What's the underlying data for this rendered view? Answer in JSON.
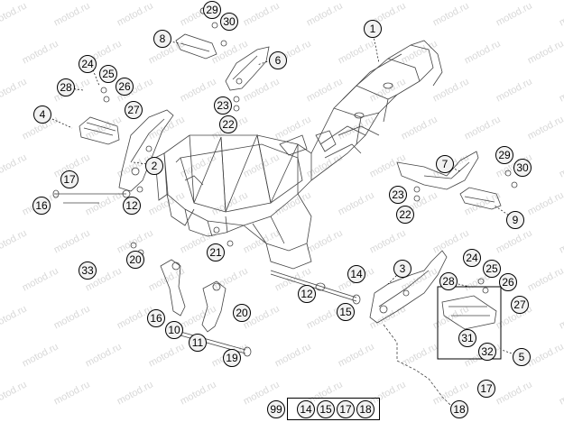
{
  "watermark": "motod.ru",
  "callouts": {
    "c1": "1",
    "c2": "2",
    "c3": "3",
    "c4": "4",
    "c5": "5",
    "c6": "6",
    "c7": "7",
    "c8": "8",
    "c9": "9",
    "c10": "10",
    "c11": "11",
    "c12a": "12",
    "c12b": "12",
    "c14": "14",
    "c15": "15",
    "c16a": "16",
    "c16b": "16",
    "c17a": "17",
    "c17b": "17",
    "c18": "18",
    "c19": "19",
    "c20a": "20",
    "c20b": "20",
    "c21": "21",
    "c22a": "22",
    "c22b": "22",
    "c23a": "23",
    "c23b": "23",
    "c24a": "24",
    "c24b": "24",
    "c25a": "25",
    "c25b": "25",
    "c26a": "26",
    "c26b": "26",
    "c27a": "27",
    "c27b": "27",
    "c28a": "28",
    "c28b": "28",
    "c29a": "29",
    "c29b": "29",
    "c30a": "30",
    "c30b": "30",
    "c31": "31",
    "c32": "32",
    "c33": "33"
  },
  "kit": {
    "label": "99",
    "items": [
      "14",
      "15",
      "17",
      "18"
    ]
  }
}
